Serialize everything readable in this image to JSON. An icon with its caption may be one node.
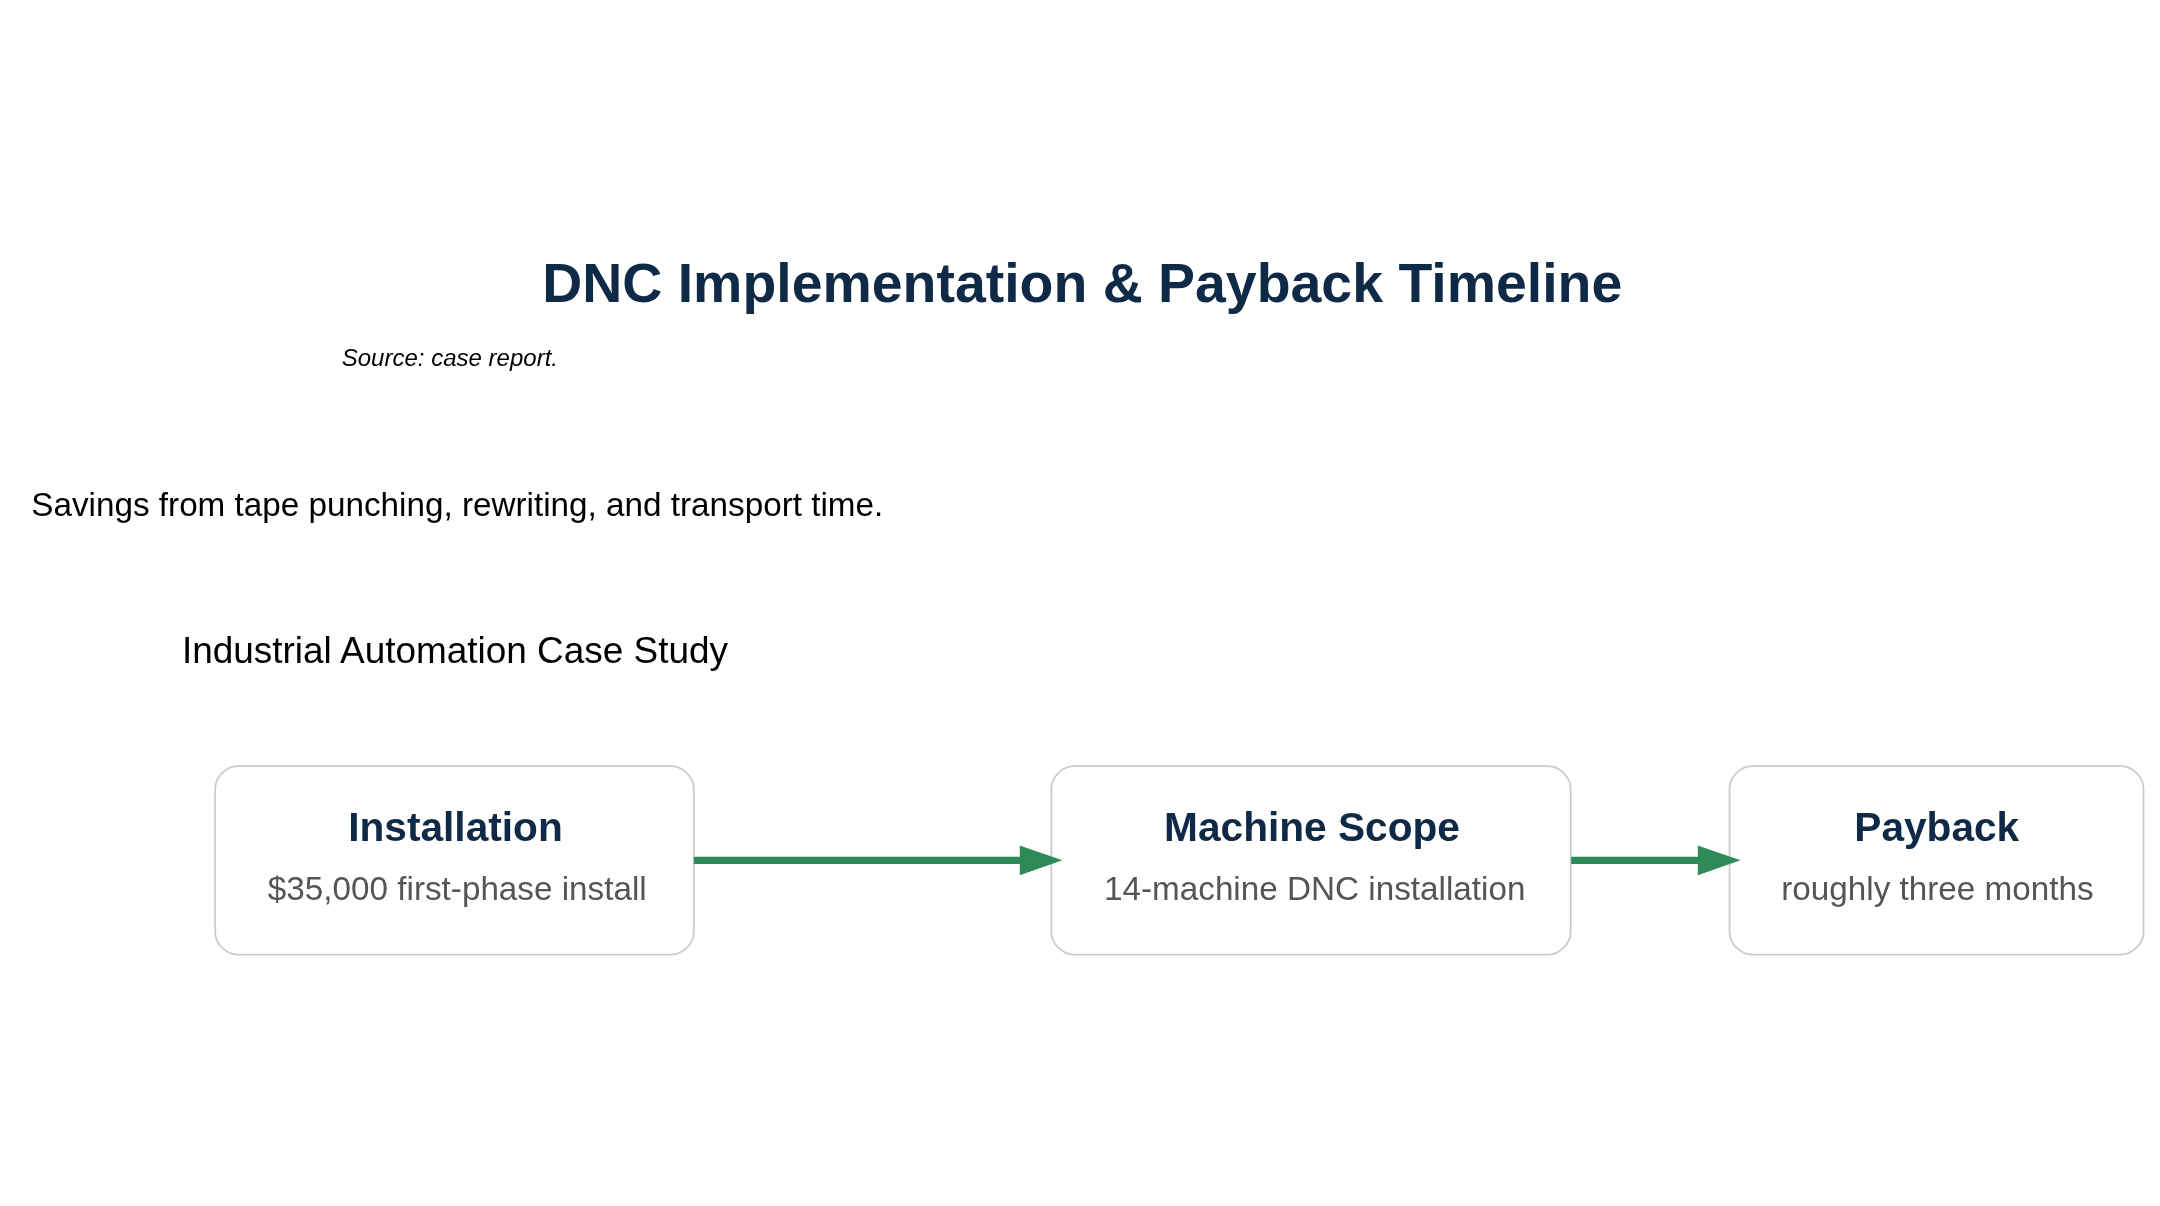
{
  "diagram": {
    "title": "DNC Implementation & Payback Timeline",
    "nodes": [
      {
        "text": [
          "Installation",
          "$35,000 first-phase install"
        ]
      },
      {
        "text": [
          "Machine Scope",
          "14-machine DNC installation"
        ]
      },
      {
        "text": [
          "Payback",
          "roughly three months"
        ]
      }
    ],
    "edges": [
      {
        "from": 0,
        "to": 1,
        "arrow": "to"
      },
      {
        "from": 1,
        "to": 2,
        "arrow": "to"
      }
    ],
    "labels": [
      "Industrial Automation Case Study",
      "Savings from tape punching, rewriting, and transport time.",
      "Source: case report."
    ]
  }
}
